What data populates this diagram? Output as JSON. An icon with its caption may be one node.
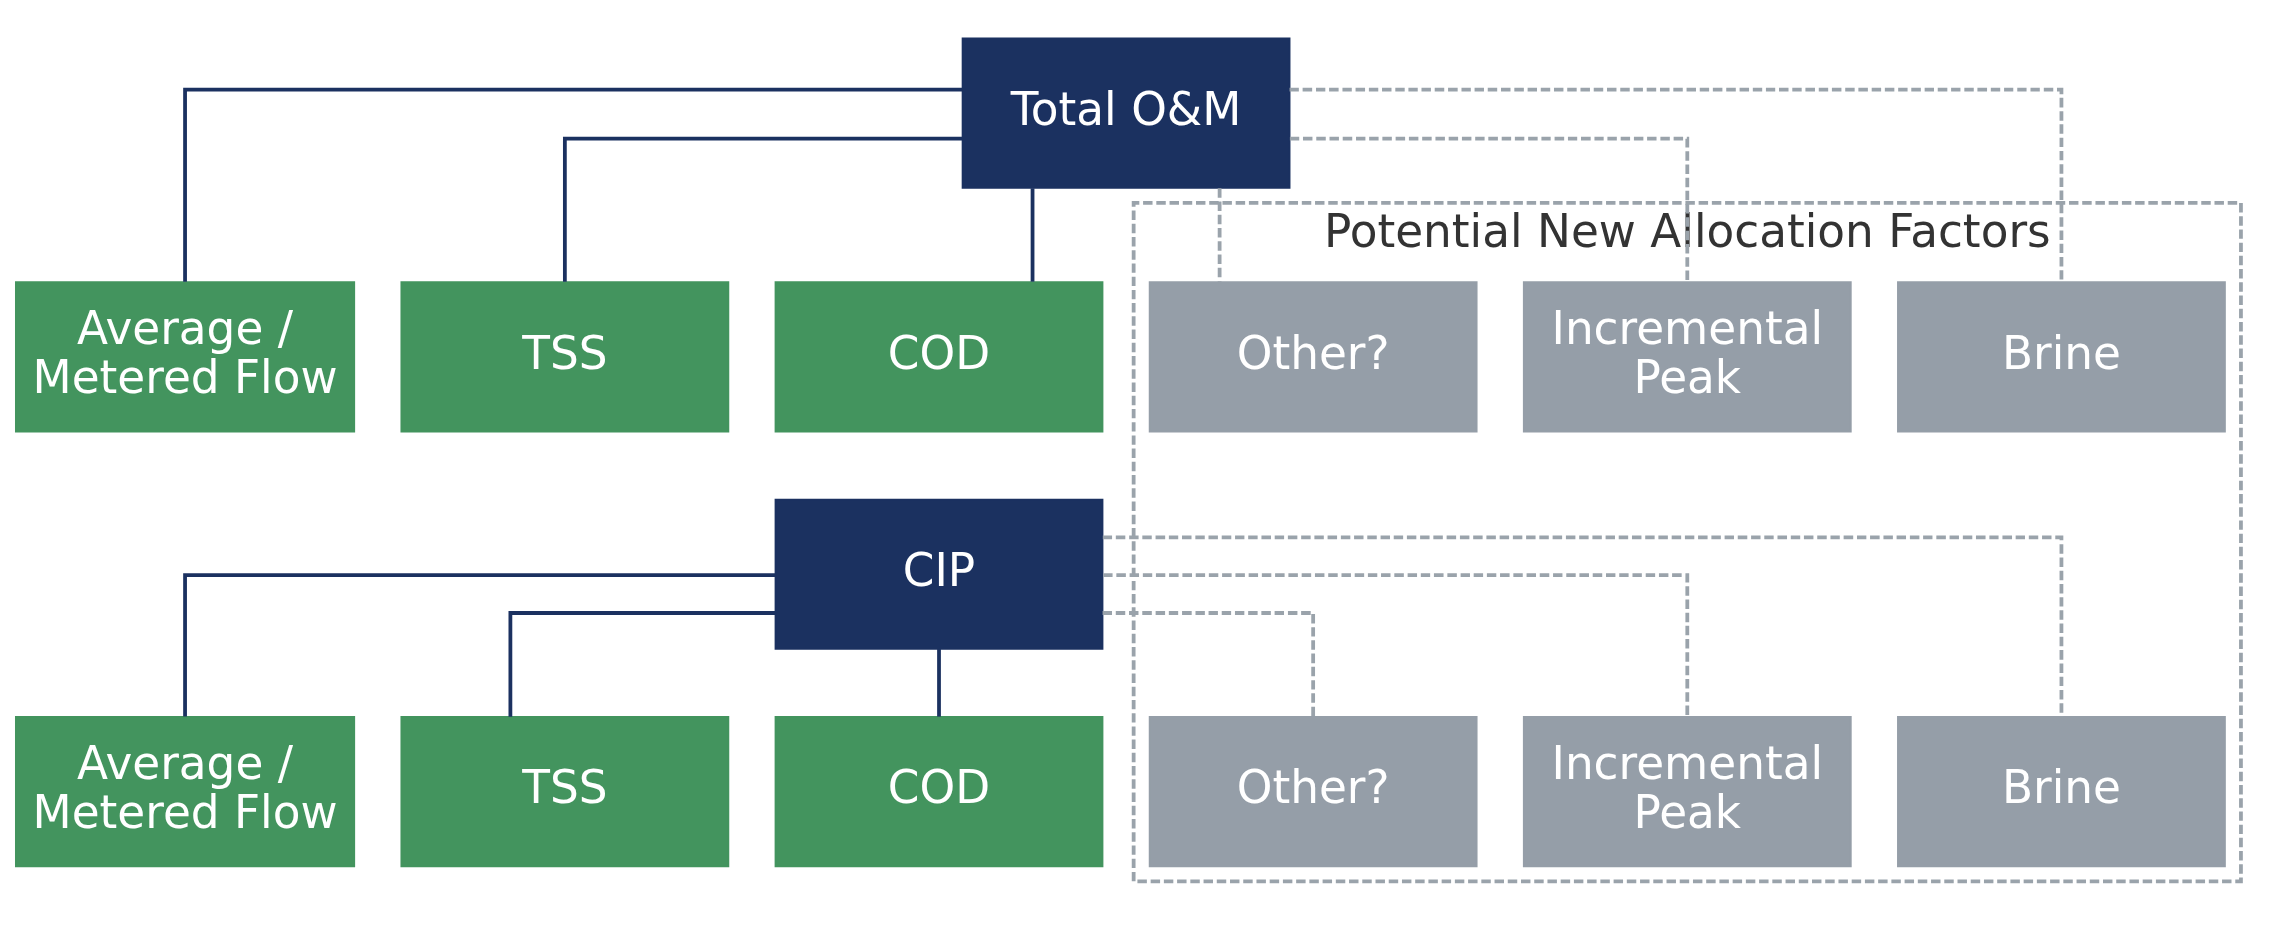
{
  "diagram": {
    "nodes": [
      {
        "text": [
          "Total O&M"
        ]
      },
      {
        "text": [
          "Average / Metered Flow"
        ]
      },
      {
        "text": [
          "TSS"
        ]
      },
      {
        "text": [
          "COD"
        ]
      },
      {
        "text": [
          "Potential New Allocation Factors"
        ]
      },
      {
        "text": [
          "Brine"
        ],
        "in": 4
      },
      {
        "text": [
          "Incremental Peak"
        ],
        "in": 4
      },
      {
        "text": [
          "Other?"
        ],
        "in": 4
      },
      {
        "text": [
          "CIP"
        ]
      },
      {
        "text": [
          "Average / Metered Flow"
        ]
      },
      {
        "text": [
          "TSS"
        ]
      },
      {
        "text": [
          "COD"
        ]
      },
      {
        "text": [
          "Brine"
        ],
        "in": 4
      },
      {
        "text": [
          "Incremental Peak"
        ],
        "in": 4
      },
      {
        "text": [
          "Other?"
        ],
        "in": 4
      }
    ],
    "edges": [
      {
        "from": 0,
        "to": 1,
        "arrow": "none"
      },
      {
        "from": 0,
        "to": 2,
        "arrow": "none"
      },
      {
        "from": 0,
        "to": 3,
        "arrow": "none"
      },
      {
        "from": 0,
        "to": 5,
        "arrow": "none",
        "style": "dashed",
        "color": "#9aa3ab"
      },
      {
        "from": 0,
        "to": 6,
        "arrow": "none",
        "style": "dashed",
        "color": "#9aa3ab"
      },
      {
        "from": 0,
        "to": 7,
        "arrow": "none",
        "style": "dashed",
        "color": "#9aa3ab"
      },
      {
        "from": 8,
        "to": 9,
        "arrow": "none"
      },
      {
        "from": 8,
        "to": 10,
        "arrow": "none"
      },
      {
        "from": 8,
        "to": 11,
        "arrow": "none"
      },
      {
        "from": 8,
        "to": 12,
        "arrow": "none",
        "style": "dashed",
        "color": "#9aa3ab"
      },
      {
        "from": 8,
        "to": 13,
        "arrow": "none",
        "style": "dashed",
        "color": "#9aa3ab"
      },
      {
        "from": 8,
        "to": 14,
        "arrow": "none",
        "style": "dashed",
        "color": "#9aa3ab"
      }
    ]
  }
}
